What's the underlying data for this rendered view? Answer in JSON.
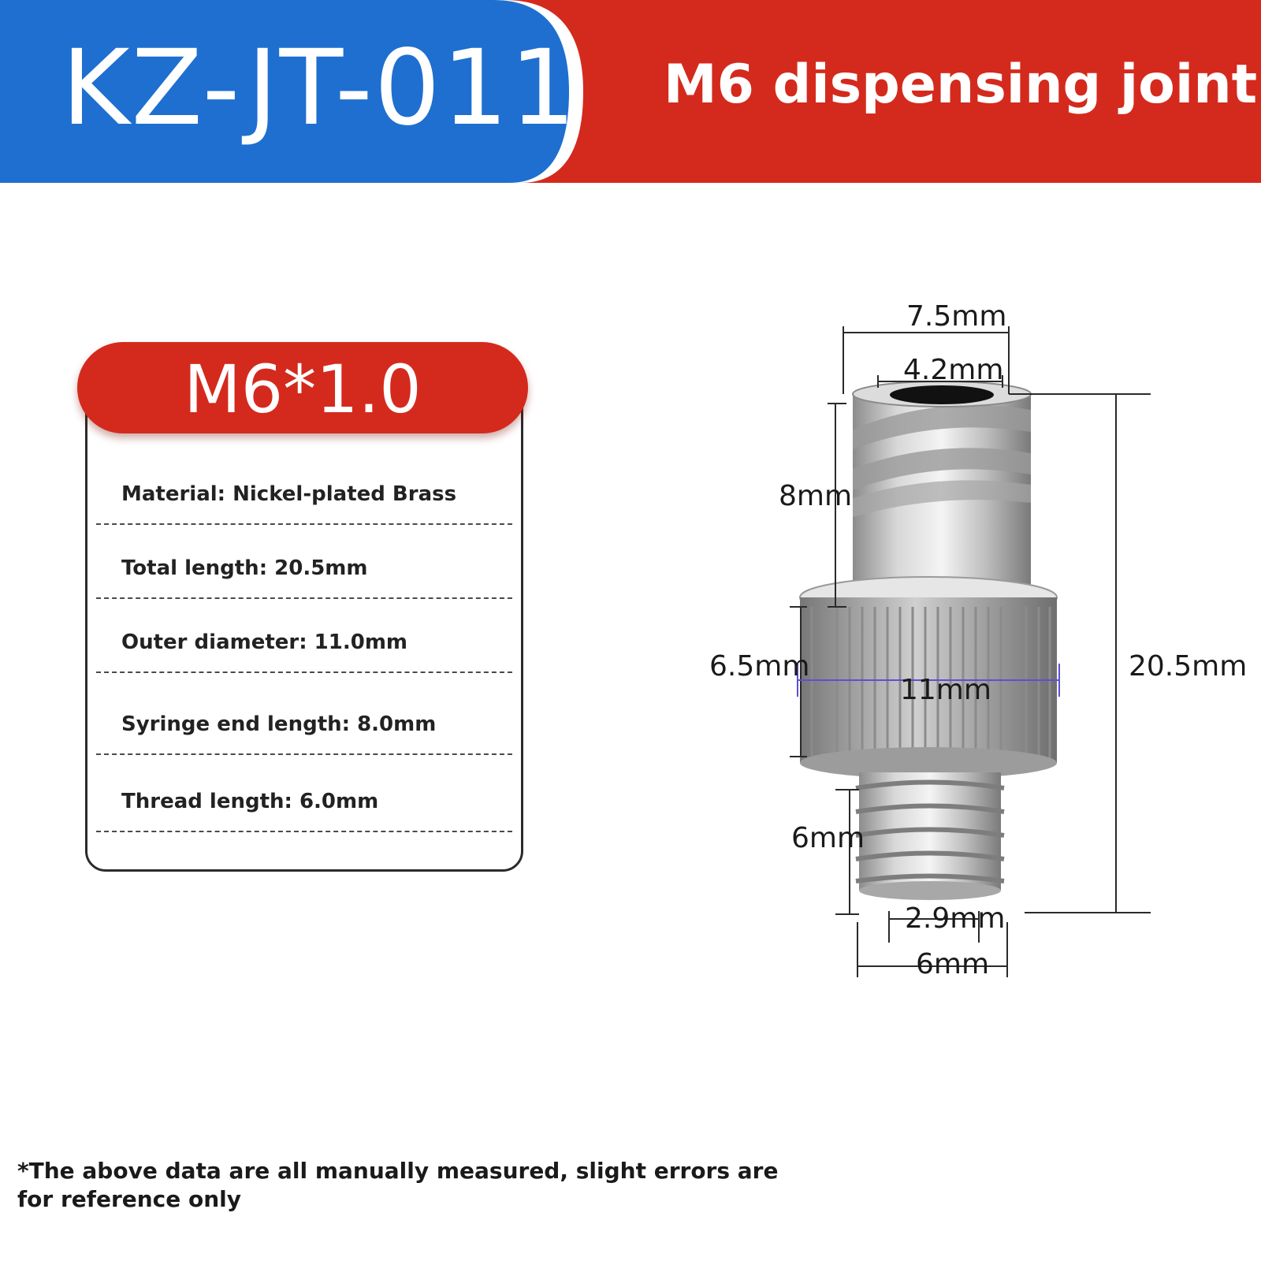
{
  "banner": {
    "model_code": "KZ-JT-011",
    "product_name": "M6 dispensing joint",
    "left_color": "#1e6fd0",
    "right_color": "#d42a1d"
  },
  "spec_card": {
    "title": "M6*1.0",
    "rows": [
      "Material: Nickel-plated Brass",
      "Total length: 20.5mm",
      "Outer diameter: 11.0mm",
      "Syringe end length: 8.0mm",
      "Thread length: 6.0mm"
    ]
  },
  "diagram": {
    "part_icon": "dispensing-joint-part-icon",
    "dimensions": {
      "top_outer_width": "7.5mm",
      "top_inner_bore": "4.2mm",
      "syringe_end_length": "8mm",
      "knurl_height": "6.5mm",
      "knurl_diameter": "11mm",
      "total_length": "20.5mm",
      "thread_length": "6mm",
      "thread_inner_bore": "2.9mm",
      "thread_diameter": "6mm"
    }
  },
  "footnote": "*The above data are all manually measured, slight errors are for reference only"
}
